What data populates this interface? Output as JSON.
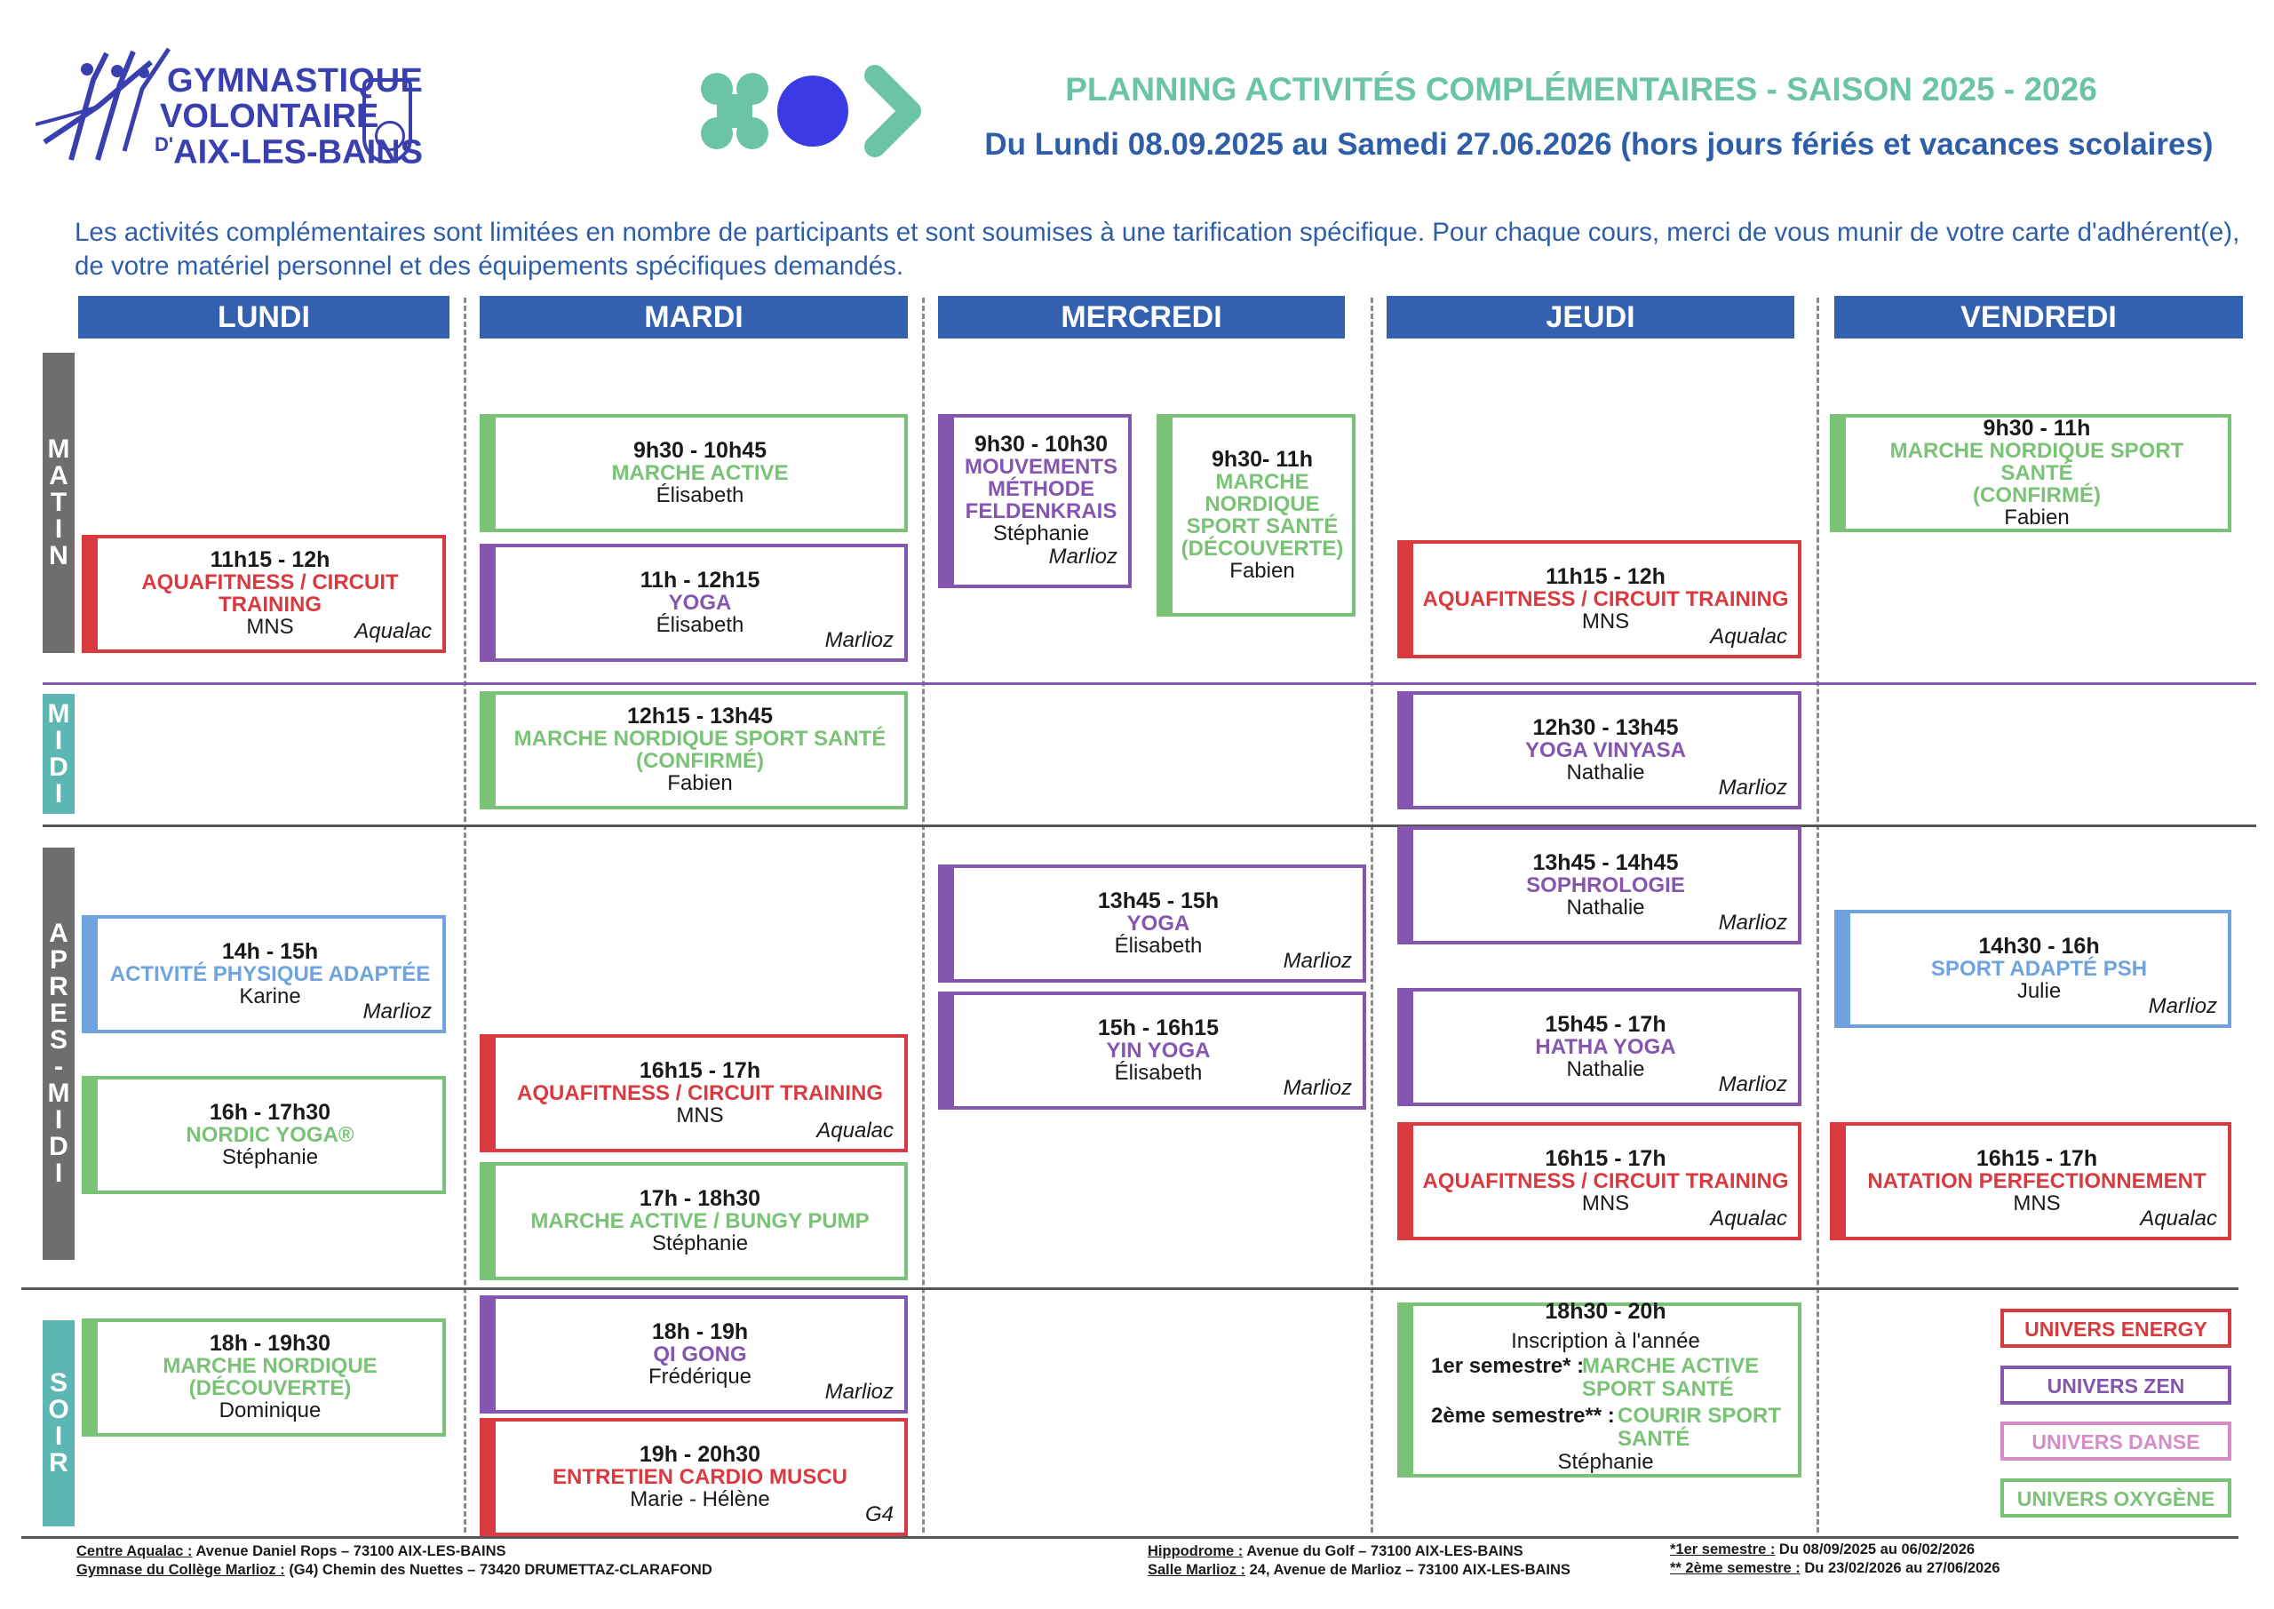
{
  "logo": {
    "line1": "GYMNASTIQUE",
    "line2": "VOLONTAIRE",
    "line3_prefix": "D'",
    "line3": "AIX-LES-BAINS"
  },
  "header": {
    "title": "PLANNING ACTIVITÉS COMPLÉMENTAIRES - SAISON 2025 - 2026",
    "subtitle": "Du Lundi 08.09.2025 au Samedi 27.06.2026 (hors jours fériés et vacances scolaires)"
  },
  "intro": "Les activités complémentaires sont limitées en nombre de participants et sont soumises à une tarification spécifique. Pour chaque cours, merci de vous munir de votre carte d'adhérent(e), de votre matériel personnel et des équipements spécifiques demandés.",
  "days": [
    "LUNDI",
    "MARDI",
    "MERCREDI",
    "JEUDI",
    "VENDREDI"
  ],
  "periods": {
    "matin": [
      "M",
      "A",
      "T",
      "I",
      "N"
    ],
    "midi": [
      "M",
      "I",
      "D",
      "I"
    ],
    "apres_midi": [
      "A",
      "P",
      "R",
      "E",
      "S",
      "-",
      "M",
      "I",
      "D",
      "I"
    ],
    "soir": [
      "S",
      "O",
      "I",
      "R"
    ]
  },
  "activities": {
    "lun1": {
      "time": "11h15 - 12h",
      "name1": "AQUAFITNESS / CIRCUIT",
      "name2": "TRAINING",
      "person": "MNS",
      "location": "Aqualac"
    },
    "lun2": {
      "time": "14h - 15h",
      "name": "ACTIVITÉ PHYSIQUE ADAPTÉE",
      "person": "Karine",
      "location": "Marlioz"
    },
    "lun3": {
      "time": "16h - 17h30",
      "name": "NORDIC YOGA®",
      "person": "Stéphanie"
    },
    "lun4": {
      "time": "18h - 19h30",
      "name1": "MARCHE NORDIQUE",
      "name2": "(DÉCOUVERTE)",
      "person": "Dominique"
    },
    "mar1": {
      "time": "9h30 - 10h45",
      "name": "MARCHE ACTIVE",
      "person": "Élisabeth"
    },
    "mar2": {
      "time": "11h - 12h15",
      "name": "YOGA",
      "person": "Élisabeth",
      "location": "Marlioz"
    },
    "mar3": {
      "time": "12h15 - 13h45",
      "name1": "MARCHE NORDIQUE SPORT SANTÉ",
      "name2": "(CONFIRMÉ)",
      "person": "Fabien"
    },
    "mar4": {
      "time": "16h15 - 17h",
      "name": "AQUAFITNESS / CIRCUIT TRAINING",
      "person": "MNS",
      "location": "Aqualac"
    },
    "mar5": {
      "time": "17h - 18h30",
      "name": "MARCHE ACTIVE / BUNGY PUMP",
      "person": "Stéphanie"
    },
    "mar6": {
      "time": "18h - 19h",
      "name": "QI GONG",
      "person": "Frédérique",
      "location": "Marlioz"
    },
    "mar7": {
      "time": "19h - 20h30",
      "name": "ENTRETIEN CARDIO MUSCU",
      "person": "Marie - Hélène",
      "location": "G4"
    },
    "mer1": {
      "time": "9h30 - 10h30",
      "name1": "MOUVEMENTS",
      "name2": "MÉTHODE",
      "name3": "FELDENKRAIS",
      "person": "Stéphanie",
      "location": "Marlioz"
    },
    "mer2": {
      "time": "9h30- 11h",
      "name1": "MARCHE",
      "name2": "NORDIQUE",
      "name3": "SPORT SANTÉ",
      "name4": "(DÉCOUVERTE)",
      "person": "Fabien"
    },
    "mer3": {
      "time": "13h45 - 15h",
      "name": "YOGA",
      "person": "Élisabeth",
      "location": "Marlioz"
    },
    "mer4": {
      "time": "15h - 16h15",
      "name": "YIN YOGA",
      "person": "Élisabeth",
      "location": "Marlioz"
    },
    "jeu1": {
      "time": "11h15 - 12h",
      "name": "AQUAFITNESS / CIRCUIT TRAINING",
      "person": "MNS",
      "location": "Aqualac"
    },
    "jeu2": {
      "time": "12h30 - 13h45",
      "name": "YOGA VINYASA",
      "person": "Nathalie",
      "location": "Marlioz"
    },
    "jeu3": {
      "time": "13h45 - 14h45",
      "name": "SOPHROLOGIE",
      "person": "Nathalie",
      "location": "Marlioz"
    },
    "jeu4": {
      "time": "15h45 - 17h",
      "name": "HATHA YOGA",
      "person": "Nathalie",
      "location": "Marlioz"
    },
    "jeu5": {
      "time": "16h15 - 17h",
      "name": "AQUAFITNESS / CIRCUIT TRAINING",
      "person": "MNS",
      "location": "Aqualac"
    },
    "jeu6": {
      "time": "18h30 - 20h",
      "note": "Inscription à l'année",
      "s1_label": "1er semestre* :",
      "s1_name1": "MARCHE ACTIVE",
      "s1_name2": "SPORT SANTÉ",
      "s2_label": "2ème semestre** :",
      "s2_name1": "COURIR SPORT",
      "s2_name2": "SANTÉ",
      "person": "Stéphanie"
    },
    "ven1": {
      "time": "9h30 - 11h",
      "name1": "MARCHE NORDIQUE SPORT SANTÉ",
      "name2": "(CONFIRMÉ)",
      "person": "Fabien"
    },
    "ven2": {
      "time": "14h30 - 16h",
      "name": "SPORT ADAPTÉ PSH",
      "person": "Julie",
      "location": "Marlioz"
    },
    "ven3": {
      "time": "16h15 - 17h",
      "name": "NATATION PERFECTIONNEMENT",
      "person": "MNS",
      "location": "Aqualac"
    }
  },
  "legend": [
    "UNIVERS ENERGY",
    "UNIVERS ZEN",
    "UNIVERS DANSE",
    "UNIVERS OXYGÈNE"
  ],
  "footer": {
    "aqualac_label": "Centre Aqualac :",
    "aqualac_addr": "Avenue Daniel Rops – 73100 AIX-LES-BAINS",
    "gym_label": "Gymnase du Collège Marlioz :",
    "gym_addr": "(G4) Chemin des Nuettes – 73420 DRUMETTAZ-CLARAFOND",
    "hippo_label": "Hippodrome :",
    "hippo_addr": "Avenue du Golf – 73100 AIX-LES-BAINS",
    "salle_label": "Salle Marlioz :",
    "salle_addr": "24, Avenue de Marlioz – 73100 AIX-LES-BAINS",
    "sem1_label": "*1er semestre :",
    "sem1_dates": "Du 08/09/2025 au 06/02/2026",
    "sem2_label": "** 2ème semestre :",
    "sem2_dates": "Du 23/02/2026 au 27/06/2026"
  },
  "colors": {
    "energy": "#d93a3f",
    "zen": "#8456b0",
    "danse": "#d58cc8",
    "oxygene": "#79c276",
    "adapted": "#6ea3de",
    "header_blue": "#3361b0",
    "teal": "#6cc4a8"
  }
}
